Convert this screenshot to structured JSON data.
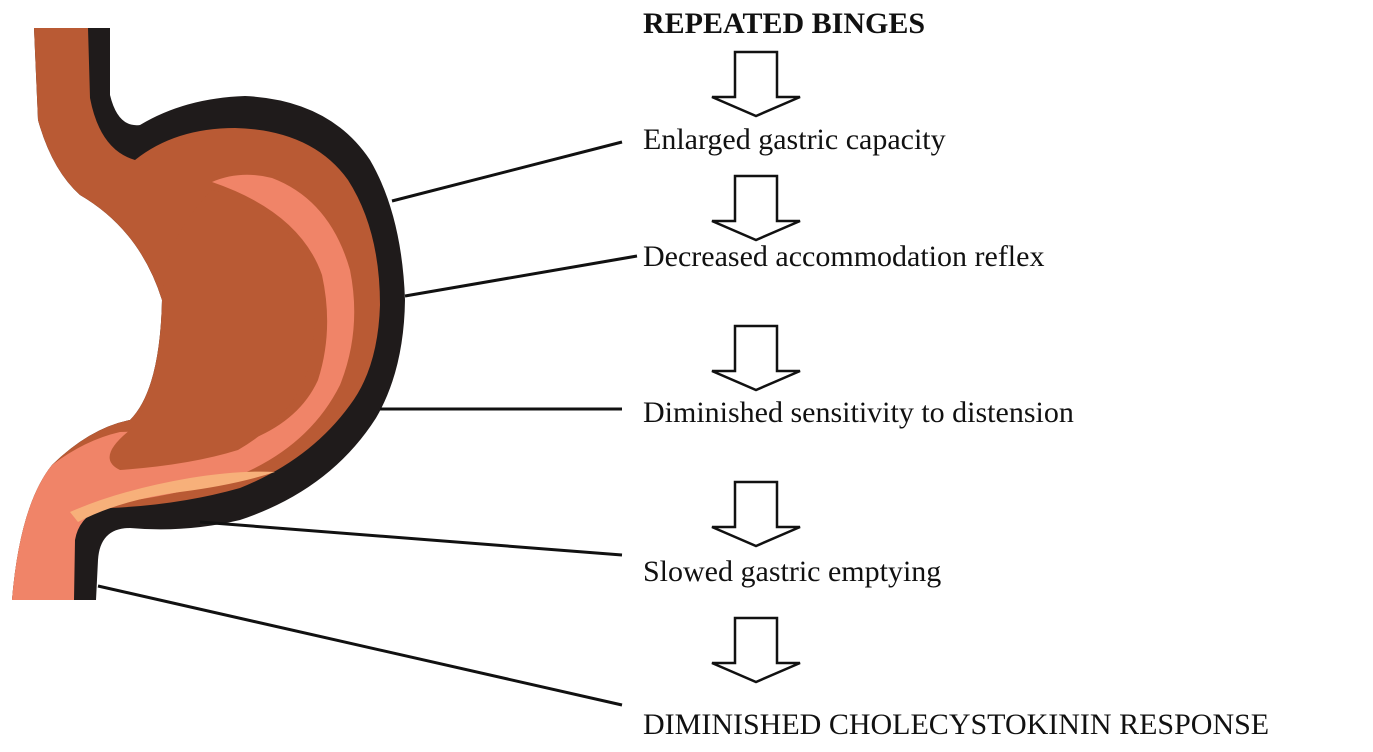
{
  "diagram": {
    "title": "REPEATED BINGES",
    "steps": [
      "Enlarged gastric capacity",
      "Decreased accommodation reflex",
      "Diminished sensitivity to distension",
      "Slowed gastric emptying",
      "DIMINISHED CHOLECYSTOKININ RESPONSE"
    ]
  },
  "colors": {
    "stomach_body": "#b95a34",
    "stomach_wall": "#1f1b1b",
    "mucosa": "#f08468",
    "highlight": "#f7b07a",
    "text": "#111111",
    "lines": "#111111"
  }
}
